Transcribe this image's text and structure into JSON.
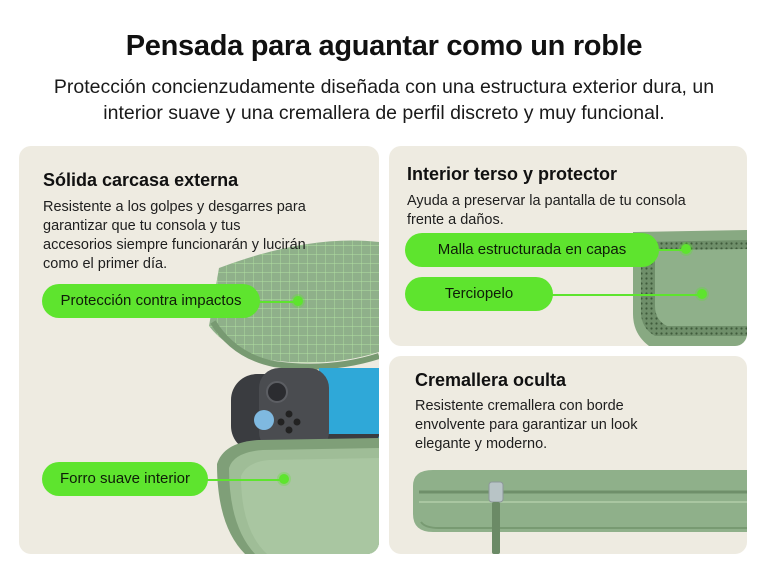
{
  "header": {
    "title": "Pensada para aguantar como un roble",
    "subtitle": "Protección concienzudamente diseñada con una estructura exterior dura, un interior suave y una cremallera de perfil discreto y muy funcional."
  },
  "panels": {
    "shell": {
      "title": "Sólida carcasa externa",
      "description": "Resistente a los golpes y desgarres para garantizar que tu consola y tus accesorios siempre funcionarán y lucirán como el primer día.",
      "callouts": [
        "Protección contra impactos",
        "Forro suave interior"
      ]
    },
    "interior": {
      "title": "Interior terso y protector",
      "description": "Ayuda a preservar la pantalla de tu consola frente a daños.",
      "callouts": [
        "Malla estructurada en capas",
        "Terciopelo"
      ]
    },
    "zipper": {
      "title": "Cremallera oculta",
      "description": "Resistente cremallera con borde envolvente para garantizar un look elegante y moderno."
    }
  },
  "colors": {
    "accent": "#5ee42e",
    "panel_bg": "#eeebe1",
    "case_green": "#8fb08a"
  },
  "icons": [
    "case-shell-illustration",
    "console-illustration",
    "mesh-interior-illustration",
    "zipper-illustration"
  ]
}
